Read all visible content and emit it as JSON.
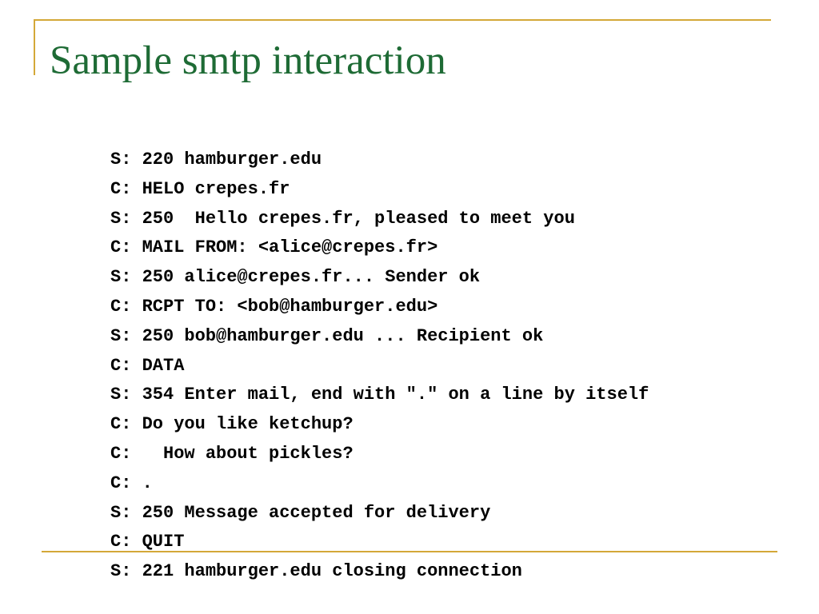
{
  "slide": {
    "title": "Sample smtp interaction",
    "accent_color": "#d4a838",
    "title_color": "#1e6b35",
    "lines": [
      "S: 220 hamburger.edu",
      "C: HELO crepes.fr",
      "S: 250  Hello crepes.fr, pleased to meet you",
      "C: MAIL FROM: <alice@crepes.fr>",
      "S: 250 alice@crepes.fr... Sender ok",
      "C: RCPT TO: <bob@hamburger.edu>",
      "S: 250 bob@hamburger.edu ... Recipient ok",
      "C: DATA",
      "S: 354 Enter mail, end with \".\" on a line by itself",
      "C: Do you like ketchup?",
      "C:   How about pickles?",
      "C: .",
      "S: 250 Message accepted for delivery",
      "C: QUIT",
      "S: 221 hamburger.edu closing connection"
    ]
  }
}
